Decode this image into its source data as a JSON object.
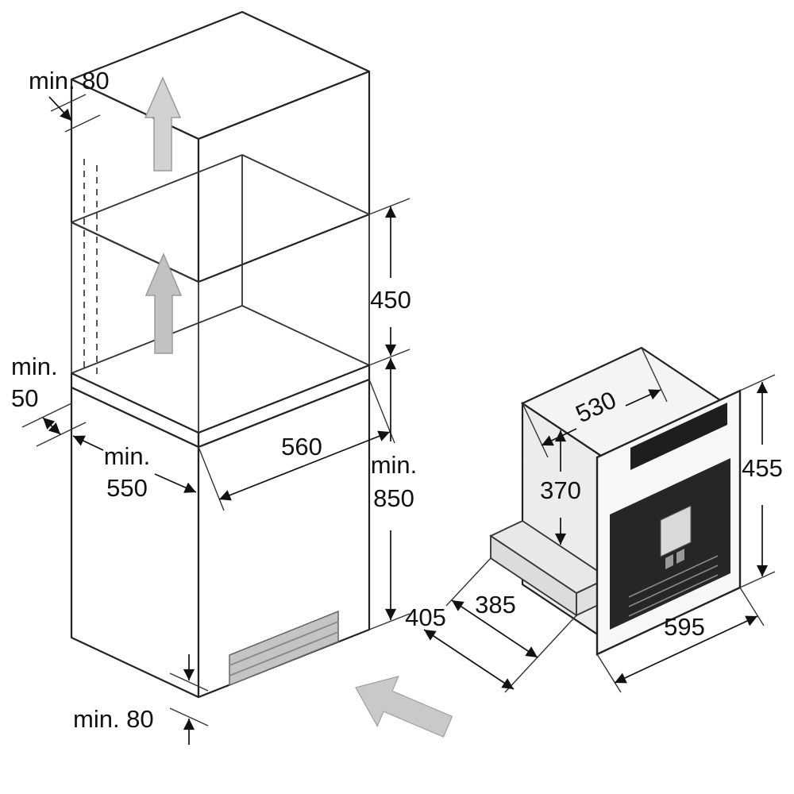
{
  "figure": {
    "type": "built-in appliance installation diagram",
    "cabinet": {
      "top_clearance": "min. 80",
      "niche_height": "450",
      "rear_gap_line1": "min.",
      "rear_gap_line2": "50",
      "niche_width": "560",
      "cabinet_depth_line1": "min.",
      "cabinet_depth_line2": "550",
      "install_height_line1": "min.",
      "install_height_line2": "850",
      "bottom_vent": "min. 80"
    },
    "appliance": {
      "body_width": "530",
      "body_height": "370",
      "front_height": "455",
      "body_depth": "385",
      "total_depth": "405",
      "front_width": "595"
    },
    "colors": {
      "line": "#1a1a1a",
      "airflow_arrow_fill": "#c9c9c9",
      "panel_dark": "#262626",
      "vent_fill": "#c4c4c4"
    }
  }
}
